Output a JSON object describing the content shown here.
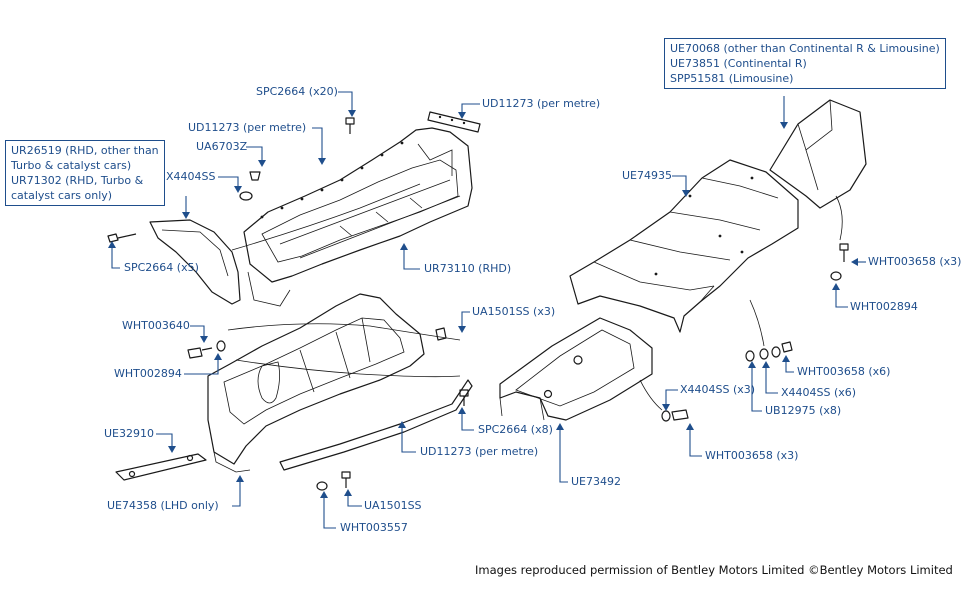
{
  "callouts": {
    "spc2664_x20": "SPC2664 (x20)",
    "ud11273_top_right": "UD11273 (per metre)",
    "ud11273_top_left": "UD11273 (per metre)",
    "ua6703z": "UA6703Z",
    "x4404ss_left": "X4404SS",
    "ur_box": {
      "line1": "UR26519 (RHD, other than",
      "line2": "Turbo & catalyst cars)",
      "line3": "UR71302 (RHD, Turbo &",
      "line4": "catalyst cars only)"
    },
    "spc2664_x5": "SPC2664 (x5)",
    "ur73110": "UR73110 (RHD)",
    "ua1501ss_x3": "UA1501SS (x3)",
    "wht003640": "WHT003640",
    "wht002894_left": "WHT002894",
    "ue32910": "UE32910",
    "spc2664_x8": "SPC2664 (x8)",
    "ud11273_bottom": "UD11273 (per metre)",
    "ue74358": "UE74358 (LHD only)",
    "ua1501ss": "UA1501SS",
    "wht003557": "WHT003557",
    "ue_box": {
      "line1": "UE70068 (other than Continental R & Limousine)",
      "line2": "UE73851 (Continental R)",
      "line3": "SPP51581 (Limousine)"
    },
    "ue74935": "UE74935",
    "wht003658_x3_top": "WHT003658 (x3)",
    "wht002894_right": "WHT002894",
    "wht003658_x6": "WHT003658 (x6)",
    "x4404ss_x6": "X4404SS (x6)",
    "x4404ss_x3": "X4404SS (x3)",
    "ub12975": "UB12975 (x8)",
    "wht003658_x3_bottom": "WHT003658 (x3)",
    "ue73492": "UE73492"
  },
  "credit": "Images reproduced permission of Bentley Motors Limited ©Bentley Motors Limited"
}
